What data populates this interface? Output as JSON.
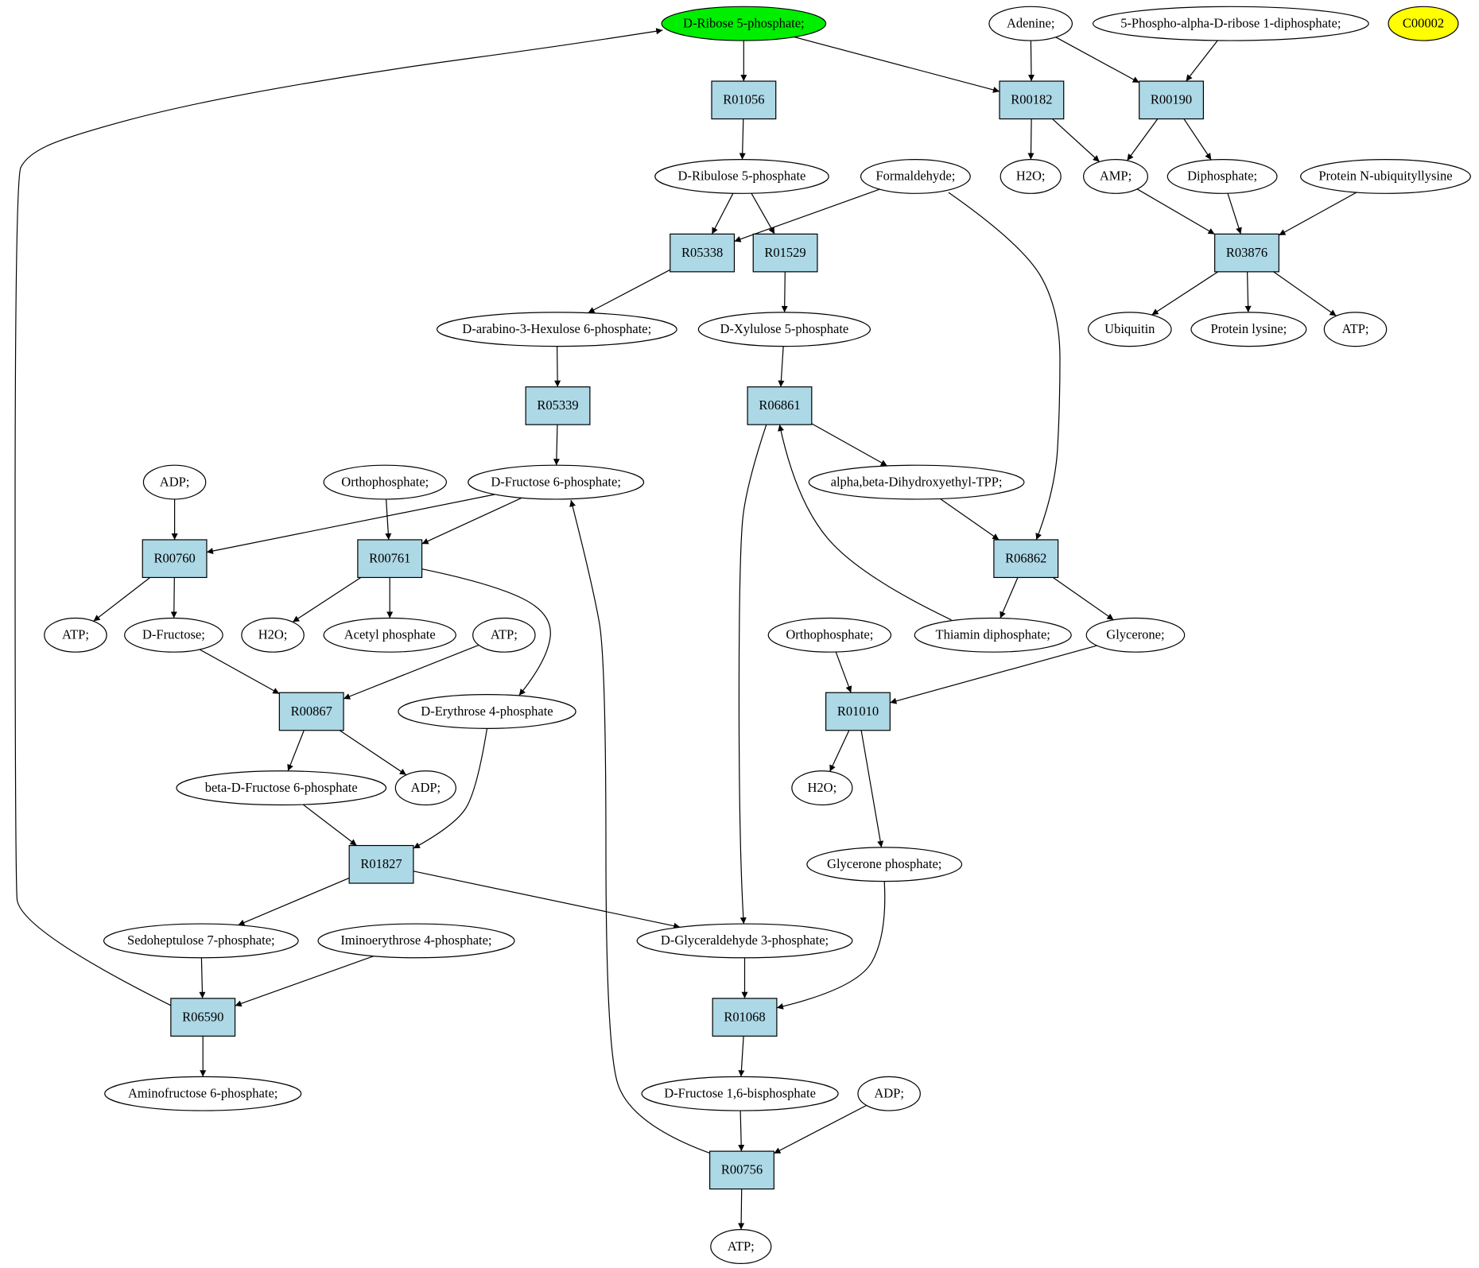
{
  "colors": {
    "background": "#ffffff",
    "compound_fill": "#ffffff",
    "reaction_fill": "#add8e6",
    "highlight_green": "#00ee00",
    "highlight_yellow": "#ffff00",
    "stroke": "#000000"
  },
  "compounds": [
    {
      "id": "ribose5p",
      "label": "D-Ribose 5-phosphate;",
      "fill": "#00ee00"
    },
    {
      "id": "adenine",
      "label": "Adenine;"
    },
    {
      "id": "prpp",
      "label": "5-Phospho-alpha-D-ribose 1-diphosphate;"
    },
    {
      "id": "c00002",
      "label": "C00002",
      "fill": "#ffff00"
    },
    {
      "id": "ribulose5p",
      "label": "D-Ribulose 5-phosphate"
    },
    {
      "id": "formaldehyde",
      "label": "Formaldehyde;"
    },
    {
      "id": "h2o_a",
      "label": "H2O;"
    },
    {
      "id": "amp",
      "label": "AMP;"
    },
    {
      "id": "diphosphate",
      "label": "Diphosphate;"
    },
    {
      "id": "protubq",
      "label": "Protein N-ubiquityllysine"
    },
    {
      "id": "hexulose6p",
      "label": "D-arabino-3-Hexulose 6-phosphate;"
    },
    {
      "id": "xylulose5p",
      "label": "D-Xylulose 5-phosphate"
    },
    {
      "id": "ubiquitin",
      "label": "Ubiquitin"
    },
    {
      "id": "protlys",
      "label": "Protein lysine;"
    },
    {
      "id": "atp_a",
      "label": "ATP;"
    },
    {
      "id": "adp_a",
      "label": "ADP;"
    },
    {
      "id": "orthop_a",
      "label": "Orthophosphate;"
    },
    {
      "id": "fructose6p",
      "label": "D-Fructose 6-phosphate;"
    },
    {
      "id": "dhetpp",
      "label": "alpha,beta-Dihydroxyethyl-TPP;"
    },
    {
      "id": "atp_b",
      "label": "ATP;"
    },
    {
      "id": "fructose",
      "label": "D-Fructose;"
    },
    {
      "id": "h2o_b",
      "label": "H2O;"
    },
    {
      "id": "acetylp",
      "label": "Acetyl phosphate"
    },
    {
      "id": "atp_c",
      "label": "ATP;"
    },
    {
      "id": "orthop_b",
      "label": "Orthophosphate;"
    },
    {
      "id": "thiamin",
      "label": "Thiamin diphosphate;"
    },
    {
      "id": "glycerone",
      "label": "Glycerone;"
    },
    {
      "id": "erythrose4p",
      "label": "D-Erythrose 4-phosphate"
    },
    {
      "id": "bfructose6p",
      "label": "beta-D-Fructose 6-phosphate"
    },
    {
      "id": "adp_b",
      "label": "ADP;"
    },
    {
      "id": "h2o_c",
      "label": "H2O;"
    },
    {
      "id": "glyceronep",
      "label": "Glycerone phosphate;"
    },
    {
      "id": "sedo7p",
      "label": "Sedoheptulose 7-phosphate;"
    },
    {
      "id": "iminoery4p",
      "label": "Iminoerythrose 4-phosphate;"
    },
    {
      "id": "g3p",
      "label": "D-Glyceraldehyde 3-phosphate;"
    },
    {
      "id": "aminofru6p",
      "label": "Aminofructose 6-phosphate;"
    },
    {
      "id": "fbp",
      "label": "D-Fructose 1,6-bisphosphate"
    },
    {
      "id": "adp_c",
      "label": "ADP;"
    },
    {
      "id": "atp_d",
      "label": "ATP;"
    }
  ],
  "reactions": [
    {
      "id": "R01056",
      "label": "R01056"
    },
    {
      "id": "R00182",
      "label": "R00182"
    },
    {
      "id": "R00190",
      "label": "R00190"
    },
    {
      "id": "R05338",
      "label": "R05338"
    },
    {
      "id": "R01529",
      "label": "R01529"
    },
    {
      "id": "R03876",
      "label": "R03876"
    },
    {
      "id": "R05339",
      "label": "R05339"
    },
    {
      "id": "R06861",
      "label": "R06861"
    },
    {
      "id": "R00760",
      "label": "R00760"
    },
    {
      "id": "R00761",
      "label": "R00761"
    },
    {
      "id": "R06862",
      "label": "R06862"
    },
    {
      "id": "R00867",
      "label": "R00867"
    },
    {
      "id": "R01010",
      "label": "R01010"
    },
    {
      "id": "R01827",
      "label": "R01827"
    },
    {
      "id": "R06590",
      "label": "R06590"
    },
    {
      "id": "R01068",
      "label": "R01068"
    },
    {
      "id": "R00756",
      "label": "R00756"
    }
  ],
  "edges": [
    {
      "from": "ribose5p",
      "to": "R01056"
    },
    {
      "from": "ribose5p",
      "to": "R00182"
    },
    {
      "from": "adenine",
      "to": "R00182"
    },
    {
      "from": "adenine",
      "to": "R00190"
    },
    {
      "from": "prpp",
      "to": "R00190"
    },
    {
      "from": "R01056",
      "to": "ribulose5p"
    },
    {
      "from": "R00182",
      "to": "h2o_a"
    },
    {
      "from": "R00182",
      "to": "amp"
    },
    {
      "from": "R00190",
      "to": "amp"
    },
    {
      "from": "R00190",
      "to": "diphosphate"
    },
    {
      "from": "ribulose5p",
      "to": "R05338"
    },
    {
      "from": "ribulose5p",
      "to": "R01529"
    },
    {
      "from": "formaldehyde",
      "to": "R05338"
    },
    {
      "from": "formaldehyde",
      "to": "R06862"
    },
    {
      "from": "amp",
      "to": "R03876"
    },
    {
      "from": "diphosphate",
      "to": "R03876"
    },
    {
      "from": "protubq",
      "to": "R03876"
    },
    {
      "from": "R05338",
      "to": "hexulose6p"
    },
    {
      "from": "R01529",
      "to": "xylulose5p"
    },
    {
      "from": "R03876",
      "to": "ubiquitin"
    },
    {
      "from": "R03876",
      "to": "protlys"
    },
    {
      "from": "R03876",
      "to": "atp_a"
    },
    {
      "from": "hexulose6p",
      "to": "R05339"
    },
    {
      "from": "xylulose5p",
      "to": "R06861"
    },
    {
      "from": "R05339",
      "to": "fructose6p"
    },
    {
      "from": "R06861",
      "to": "dhetpp"
    },
    {
      "from": "R06861",
      "to": "g3p"
    },
    {
      "from": "adp_a",
      "to": "R00760"
    },
    {
      "from": "orthop_a",
      "to": "R00761"
    },
    {
      "from": "fructose6p",
      "to": "R00760"
    },
    {
      "from": "fructose6p",
      "to": "R00761"
    },
    {
      "from": "dhetpp",
      "to": "R06862"
    },
    {
      "from": "R00760",
      "to": "atp_b"
    },
    {
      "from": "R00760",
      "to": "fructose"
    },
    {
      "from": "R00761",
      "to": "h2o_b"
    },
    {
      "from": "R00761",
      "to": "acetylp"
    },
    {
      "from": "R00761",
      "to": "erythrose4p"
    },
    {
      "from": "R06862",
      "to": "thiamin"
    },
    {
      "from": "R06862",
      "to": "glycerone"
    },
    {
      "from": "thiamin",
      "to": "R06861"
    },
    {
      "from": "fructose",
      "to": "R00867"
    },
    {
      "from": "atp_c",
      "to": "R00867"
    },
    {
      "from": "orthop_b",
      "to": "R01010"
    },
    {
      "from": "glycerone",
      "to": "R01010"
    },
    {
      "from": "R00867",
      "to": "bfructose6p"
    },
    {
      "from": "R00867",
      "to": "adp_b"
    },
    {
      "from": "R01010",
      "to": "h2o_c"
    },
    {
      "from": "R01010",
      "to": "glyceronep"
    },
    {
      "from": "bfructose6p",
      "to": "R01827"
    },
    {
      "from": "erythrose4p",
      "to": "R01827"
    },
    {
      "from": "R01827",
      "to": "sedo7p"
    },
    {
      "from": "R01827",
      "to": "g3p"
    },
    {
      "from": "sedo7p",
      "to": "R06590"
    },
    {
      "from": "iminoery4p",
      "to": "R06590"
    },
    {
      "from": "R06590",
      "to": "aminofru6p"
    },
    {
      "from": "R06590",
      "to": "ribose5p"
    },
    {
      "from": "g3p",
      "to": "R01068"
    },
    {
      "from": "glyceronep",
      "to": "R01068"
    },
    {
      "from": "R01068",
      "to": "fbp"
    },
    {
      "from": "fbp",
      "to": "R00756"
    },
    {
      "from": "adp_c",
      "to": "R00756"
    },
    {
      "from": "R00756",
      "to": "atp_d"
    },
    {
      "from": "R00756",
      "to": "fructose6p"
    }
  ]
}
